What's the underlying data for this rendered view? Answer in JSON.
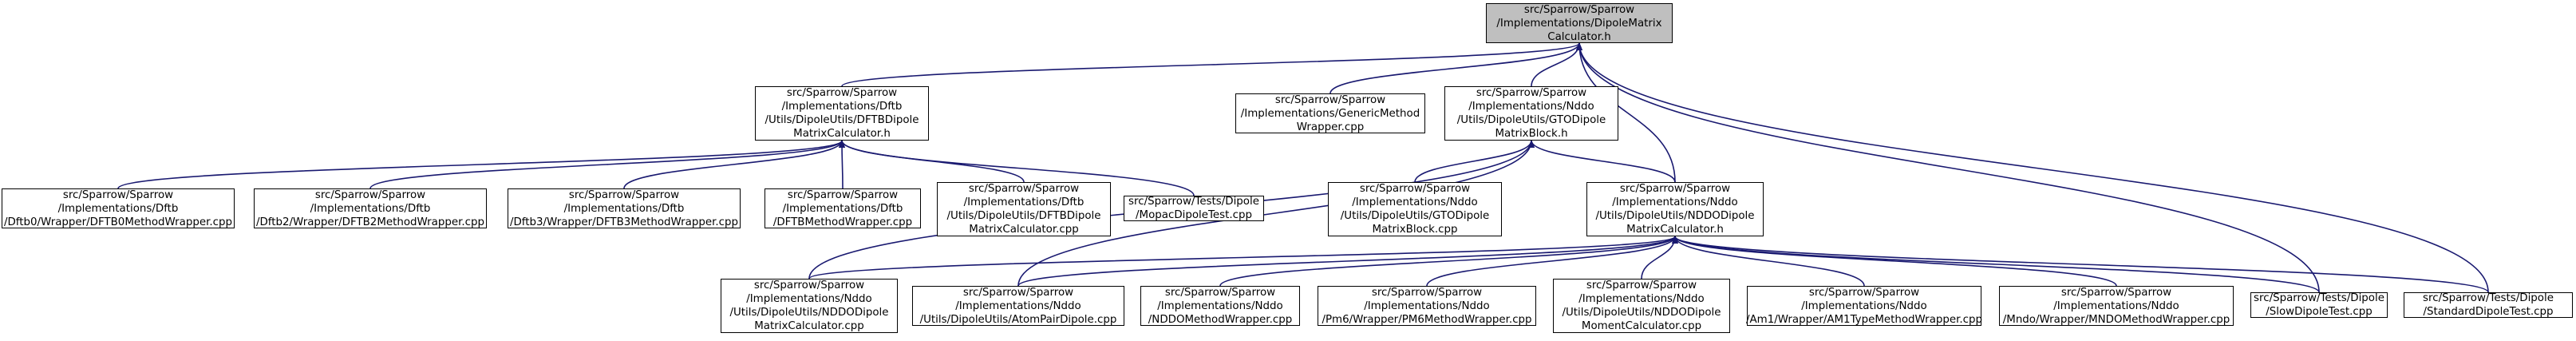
{
  "graph": {
    "edge_color": "#191970",
    "root_fill": "#bfbfbf",
    "nodes": [
      {
        "id": "root",
        "name": "node-dipole-matrix-calculator-h",
        "root": true,
        "lines": [
          "src/Sparrow/Sparrow",
          "/Implementations/DipoleMatrix",
          "Calculator.h"
        ]
      },
      {
        "id": "dftb_calc_h",
        "name": "node-dftb-dipole-matrix-calculator-h",
        "lines": [
          "src/Sparrow/Sparrow",
          "/Implementations/Dftb",
          "/Utils/DipoleUtils/DFTBDipole",
          "MatrixCalculator.h"
        ]
      },
      {
        "id": "generic_wrapper",
        "name": "node-generic-method-wrapper-cpp",
        "lines": [
          "src/Sparrow/Sparrow",
          "/Implementations/GenericMethod",
          "Wrapper.cpp"
        ]
      },
      {
        "id": "gto_block_h",
        "name": "node-gto-dipole-matrix-block-h",
        "lines": [
          "src/Sparrow/Sparrow",
          "/Implementations/Nddo",
          "/Utils/DipoleUtils/GTODipole",
          "MatrixBlock.h"
        ]
      },
      {
        "id": "dftb0",
        "name": "node-dftb0-method-wrapper-cpp",
        "lines": [
          "src/Sparrow/Sparrow",
          "/Implementations/Dftb",
          "/Dftb0/Wrapper/DFTB0MethodWrapper.cpp"
        ]
      },
      {
        "id": "dftb2",
        "name": "node-dftb2-method-wrapper-cpp",
        "lines": [
          "src/Sparrow/Sparrow",
          "/Implementations/Dftb",
          "/Dftb2/Wrapper/DFTB2MethodWrapper.cpp"
        ]
      },
      {
        "id": "dftb3",
        "name": "node-dftb3-method-wrapper-cpp",
        "lines": [
          "src/Sparrow/Sparrow",
          "/Implementations/Dftb",
          "/Dftb3/Wrapper/DFTB3MethodWrapper.cpp"
        ]
      },
      {
        "id": "dftb_method",
        "name": "node-dftb-method-wrapper-cpp",
        "lines": [
          "src/Sparrow/Sparrow",
          "/Implementations/Dftb",
          "/DFTBMethodWrapper.cpp"
        ]
      },
      {
        "id": "dftb_calc_cpp",
        "name": "node-dftb-dipole-matrix-calculator-cpp",
        "lines": [
          "src/Sparrow/Sparrow",
          "/Implementations/Dftb",
          "/Utils/DipoleUtils/DFTBDipole",
          "MatrixCalculator.cpp"
        ]
      },
      {
        "id": "mopac_test",
        "name": "node-mopac-dipole-test-cpp",
        "lines": [
          "src/Sparrow/Tests/Dipole",
          "/MopacDipoleTest.cpp"
        ]
      },
      {
        "id": "gto_block_cpp",
        "name": "node-gto-dipole-matrix-block-cpp",
        "lines": [
          "src/Sparrow/Sparrow",
          "/Implementations/Nddo",
          "/Utils/DipoleUtils/GTODipole",
          "MatrixBlock.cpp"
        ]
      },
      {
        "id": "nddo_calc_h",
        "name": "node-nddo-dipole-matrix-calculator-h",
        "lines": [
          "src/Sparrow/Sparrow",
          "/Implementations/Nddo",
          "/Utils/DipoleUtils/NDDODipole",
          "MatrixCalculator.h"
        ]
      },
      {
        "id": "nddo_calc_cpp",
        "name": "node-nddo-dipole-matrix-calculator-cpp",
        "lines": [
          "src/Sparrow/Sparrow",
          "/Implementations/Nddo",
          "/Utils/DipoleUtils/NDDODipole",
          "MatrixCalculator.cpp"
        ]
      },
      {
        "id": "atom_pair",
        "name": "node-atom-pair-dipole-cpp",
        "lines": [
          "src/Sparrow/Sparrow",
          "/Implementations/Nddo",
          "/Utils/DipoleUtils/AtomPairDipole.cpp"
        ]
      },
      {
        "id": "nddo_method",
        "name": "node-nddo-method-wrapper-cpp",
        "lines": [
          "src/Sparrow/Sparrow",
          "/Implementations/Nddo",
          "/NDDOMethodWrapper.cpp"
        ]
      },
      {
        "id": "pm6",
        "name": "node-pm6-method-wrapper-cpp",
        "lines": [
          "src/Sparrow/Sparrow",
          "/Implementations/Nddo",
          "/Pm6/Wrapper/PM6MethodWrapper.cpp"
        ]
      },
      {
        "id": "nddo_moment",
        "name": "node-nddo-dipole-moment-calculator-cpp",
        "lines": [
          "src/Sparrow/Sparrow",
          "/Implementations/Nddo",
          "/Utils/DipoleUtils/NDDODipole",
          "MomentCalculator.cpp"
        ]
      },
      {
        "id": "am1",
        "name": "node-am1-type-method-wrapper-cpp",
        "lines": [
          "src/Sparrow/Sparrow",
          "/Implementations/Nddo",
          "/Am1/Wrapper/AM1TypeMethodWrapper.cpp"
        ]
      },
      {
        "id": "mndo",
        "name": "node-mndo-method-wrapper-cpp",
        "lines": [
          "src/Sparrow/Sparrow",
          "/Implementations/Nddo",
          "/Mndo/Wrapper/MNDOMethodWrapper.cpp"
        ]
      },
      {
        "id": "slow_test",
        "name": "node-slow-dipole-test-cpp",
        "lines": [
          "src/Sparrow/Tests/Dipole",
          "/SlowDipoleTest.cpp"
        ]
      },
      {
        "id": "standard_test",
        "name": "node-standard-dipole-test-cpp",
        "lines": [
          "src/Sparrow/Tests/Dipole",
          "/StandardDipoleTest.cpp"
        ]
      }
    ],
    "edges": [
      [
        "dftb_calc_h",
        "root"
      ],
      [
        "generic_wrapper",
        "root"
      ],
      [
        "gto_block_h",
        "root"
      ],
      [
        "nddo_calc_h",
        "root"
      ],
      [
        "slow_test",
        "root"
      ],
      [
        "standard_test",
        "root"
      ],
      [
        "dftb0",
        "dftb_calc_h"
      ],
      [
        "dftb2",
        "dftb_calc_h"
      ],
      [
        "dftb3",
        "dftb_calc_h"
      ],
      [
        "dftb_method",
        "dftb_calc_h"
      ],
      [
        "dftb_calc_cpp",
        "dftb_calc_h"
      ],
      [
        "mopac_test",
        "dftb_calc_h"
      ],
      [
        "gto_block_cpp",
        "gto_block_h"
      ],
      [
        "nddo_calc_h",
        "gto_block_h"
      ],
      [
        "nddo_calc_cpp",
        "gto_block_h"
      ],
      [
        "atom_pair",
        "gto_block_h"
      ],
      [
        "nddo_calc_cpp",
        "nddo_calc_h"
      ],
      [
        "atom_pair",
        "nddo_calc_h"
      ],
      [
        "nddo_method",
        "nddo_calc_h"
      ],
      [
        "pm6",
        "nddo_calc_h"
      ],
      [
        "nddo_moment",
        "nddo_calc_h"
      ],
      [
        "am1",
        "nddo_calc_h"
      ],
      [
        "mndo",
        "nddo_calc_h"
      ],
      [
        "slow_test",
        "nddo_calc_h"
      ],
      [
        "standard_test",
        "nddo_calc_h"
      ]
    ]
  }
}
